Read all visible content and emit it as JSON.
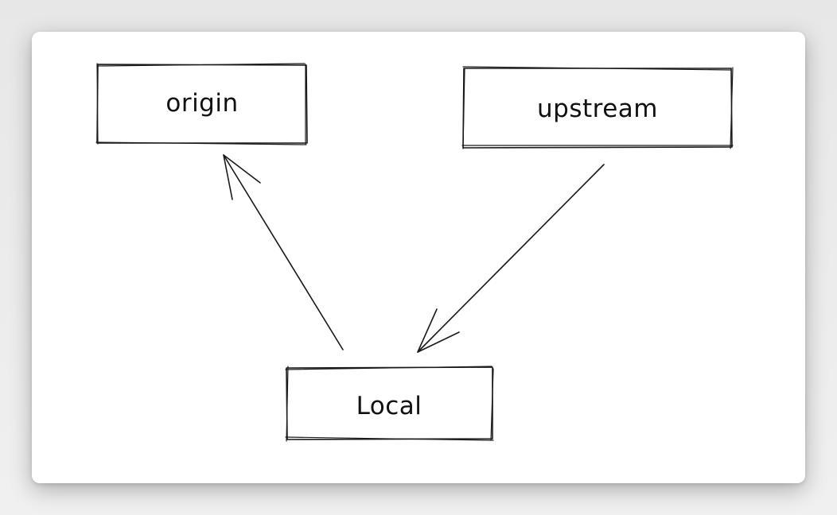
{
  "diagram": {
    "nodes": [
      {
        "id": "origin",
        "label": "origin"
      },
      {
        "id": "upstream",
        "label": "upstream"
      },
      {
        "id": "local",
        "label": "Local"
      }
    ],
    "edges": [
      {
        "from": "local",
        "to": "origin"
      },
      {
        "from": "upstream",
        "to": "local"
      }
    ]
  }
}
